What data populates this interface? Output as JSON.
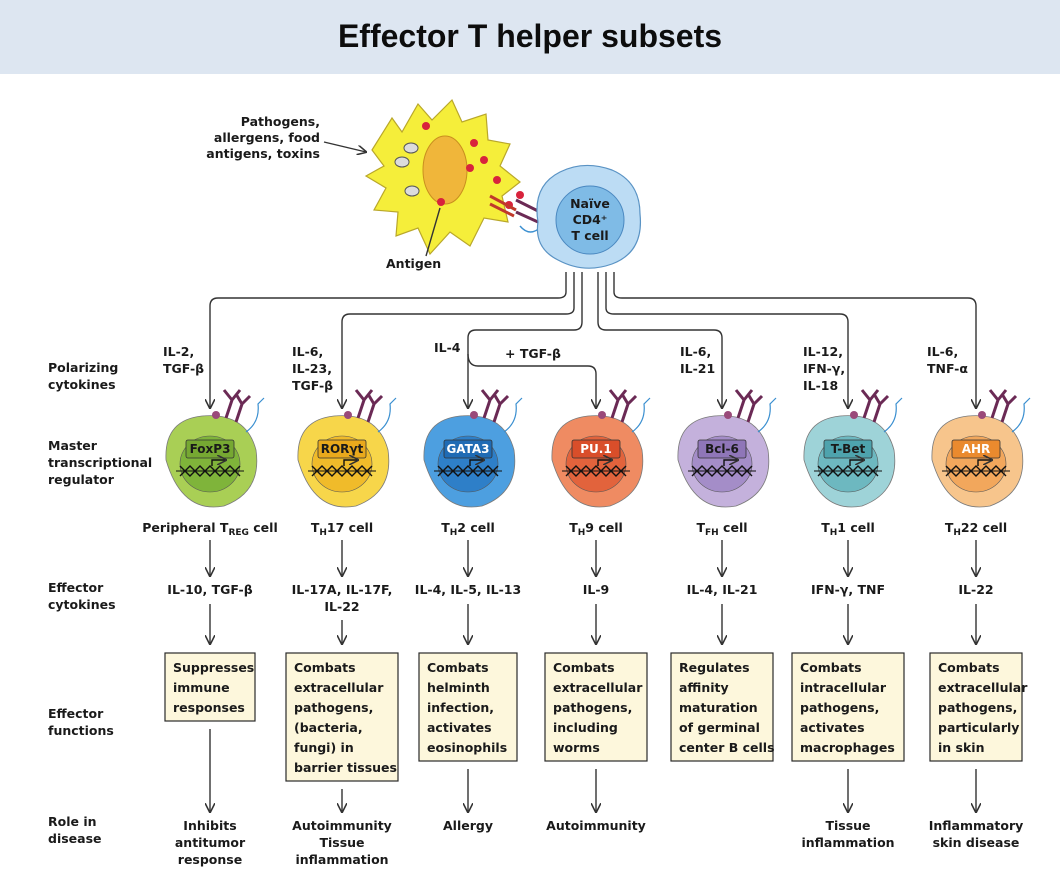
{
  "title": "Effector T helper subsets",
  "top": {
    "pathogens_label": [
      "Pathogens,",
      "allergens, food",
      "antigens, toxins"
    ],
    "antigen_label": "Antigen",
    "naive_cell_label": [
      "Naïve",
      "CD4⁺",
      "T cell"
    ]
  },
  "row_labels": {
    "polarizing": [
      "Polarizing",
      "cytokines"
    ],
    "master": [
      "Master",
      "transcriptional",
      "regulator"
    ],
    "effector_cytokines": [
      "Effector",
      "cytokines"
    ],
    "effector_functions": [
      "Effector",
      "functions"
    ],
    "disease": [
      "Role in",
      "disease"
    ]
  },
  "extra": {
    "il4_branch": "IL-4",
    "tgf_branch": "+ TGF-β"
  },
  "subsets": [
    {
      "id": "treg",
      "polarizing": [
        "IL-2,",
        "TGF-β"
      ],
      "regulator": "FoxP3",
      "cell_name": "Peripheral T",
      "cell_sub": "REG",
      "cell_suffix": " cell",
      "effector_cytokines": [
        "IL-10, TGF-β"
      ],
      "functions": [
        "Suppresses",
        "immune",
        "responses"
      ],
      "disease": [
        "Inhibits",
        "antitumor",
        "response"
      ],
      "outer": "#a9cf55",
      "inner": "#7fb43a",
      "reg_fill": "#76a832",
      "reg_text": "#1a1a1a"
    },
    {
      "id": "th17",
      "polarizing": [
        "IL-6,",
        "IL-23,",
        "TGF-β"
      ],
      "regulator": "RORγt",
      "cell_name": "T",
      "cell_sub": "H",
      "cell_suffix": "17 cell",
      "effector_cytokines": [
        "IL-17A, IL-17F,",
        "IL-22"
      ],
      "functions": [
        "Combats",
        "extracellular",
        "pathogens,",
        "(bacteria,",
        "fungi) in",
        "barrier tissues"
      ],
      "disease": [
        "Autoimmunity",
        "Tissue",
        "inflammation"
      ],
      "outer": "#f7d64a",
      "inner": "#f0bb2a",
      "reg_fill": "#e9a91c",
      "reg_text": "#1a1a1a"
    },
    {
      "id": "th2",
      "polarizing": [],
      "regulator": "GATA3",
      "cell_name": "T",
      "cell_sub": "H",
      "cell_suffix": "2 cell",
      "effector_cytokines": [
        "IL-4, IL-5, IL-13"
      ],
      "functions": [
        "Combats",
        "helminth",
        "infection,",
        "activates",
        "eosinophils"
      ],
      "disease": [
        "Allergy"
      ],
      "outer": "#4d9fe0",
      "inner": "#2e7fc8",
      "reg_fill": "#1f6bb4",
      "reg_text": "#ffffff"
    },
    {
      "id": "th9",
      "polarizing": [],
      "regulator": "PU.1",
      "cell_name": "T",
      "cell_sub": "H",
      "cell_suffix": "9 cell",
      "effector_cytokines": [
        "IL-9"
      ],
      "functions": [
        "Combats",
        "extracellular",
        "pathogens,",
        "including",
        "worms"
      ],
      "disease": [
        "Autoimmunity"
      ],
      "outer": "#ef8b62",
      "inner": "#e2633c",
      "reg_fill": "#d94e2a",
      "reg_text": "#ffffff"
    },
    {
      "id": "tfh",
      "polarizing": [
        "IL-6,",
        "IL-21"
      ],
      "regulator": "Bcl-6",
      "cell_name": "T",
      "cell_sub": "FH",
      "cell_suffix": " cell",
      "effector_cytokines": [
        "IL-4, IL-21"
      ],
      "functions": [
        "Regulates",
        "affinity",
        "maturation",
        "of germinal",
        "center B cells"
      ],
      "disease": [],
      "outer": "#c4b1dc",
      "inner": "#a48dc8",
      "reg_fill": "#8f76b8",
      "reg_text": "#1a1a1a"
    },
    {
      "id": "th1",
      "polarizing": [
        "IL-12,",
        "IFN-γ,",
        "IL-18"
      ],
      "regulator": "T-Bet",
      "cell_name": "T",
      "cell_sub": "H",
      "cell_suffix": "1 cell",
      "effector_cytokines": [
        "IFN-γ, TNF"
      ],
      "functions": [
        "Combats",
        "intracellular",
        "pathogens,",
        "activates",
        "macrophages"
      ],
      "disease": [
        "Tissue",
        "inflammation"
      ],
      "outer": "#9ed3d8",
      "inner": "#6db8c0",
      "reg_fill": "#4ea3ad",
      "reg_text": "#1a1a1a"
    },
    {
      "id": "th22",
      "polarizing": [
        "IL-6,",
        "TNF-α"
      ],
      "regulator": "AHR",
      "cell_name": "T",
      "cell_sub": "H",
      "cell_suffix": "22 cell",
      "effector_cytokines": [
        "IL-22"
      ],
      "functions": [
        "Combats",
        "extracellular",
        "pathogens,",
        "particularly",
        "in skin"
      ],
      "disease": [
        "Inflammatory",
        "skin disease"
      ],
      "outer": "#f7c58c",
      "inner": "#f2a75c",
      "reg_fill": "#ea8a2e",
      "reg_text": "#ffffff"
    }
  ]
}
